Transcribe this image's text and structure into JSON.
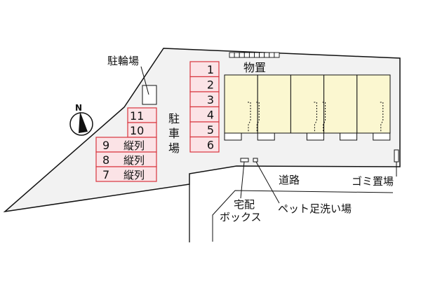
{
  "labels": {
    "bicycle_parking": "駐輪場",
    "parking": [
      "駐",
      "車",
      "場"
    ],
    "storage": "物置",
    "road": "道路",
    "garbage": "ゴミ置場",
    "delivery_box": [
      "宅配",
      "ボックス"
    ],
    "pet_wash": "ペット足洗い場",
    "north": "N"
  },
  "parking_spaces_right": [
    "1",
    "2",
    "3",
    "4",
    "5",
    "6"
  ],
  "parking_spaces_left": [
    {
      "number": "11",
      "note": ""
    },
    {
      "number": "10",
      "note": ""
    },
    {
      "number": "9",
      "note": "縦列"
    },
    {
      "number": "8",
      "note": "縦列"
    },
    {
      "number": "7",
      "note": "縦列"
    }
  ],
  "colors": {
    "parking_fill": "#fbe3e6",
    "parking_border": "#d9363e",
    "lot_fill": "#f2f2f2",
    "building_fill": "#fbf7d0"
  }
}
